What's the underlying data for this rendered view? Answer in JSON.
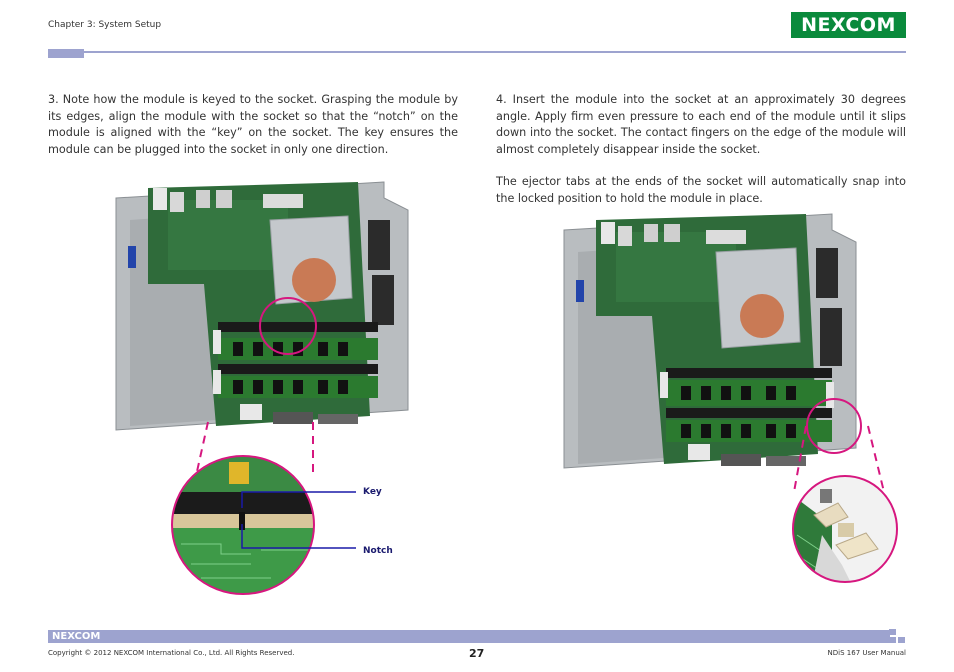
{
  "header": {
    "chapter": "Chapter 3: System Setup",
    "logo_text": "NEXCOM",
    "brand_color": "#0a8a3c",
    "accent_color": "#9da3cf"
  },
  "step3": {
    "text": "3.  Note how the module is keyed to the socket. Grasping the module by its edges, align the module with the socket so that the “notch” on the module is aligned with the “key” on the socket. The key ensures the module can be plugged into the socket in only one direction."
  },
  "step4": {
    "text": "4. Insert the module into the socket at an approximately 30 degrees angle. Apply firm even pressure to each end of the module until it slips down into the socket. The contact fingers on the edge of the module will almost completely disappear inside the socket.",
    "text2": "The ejector tabs at the ends of the socket will automatically snap into the locked position to hold the module in place."
  },
  "callouts": {
    "key": "Key",
    "notch": "Notch",
    "highlight_color": "#d6177f"
  },
  "footer": {
    "logo_text": "NEXCOM",
    "copyright": "Copyright © 2012 NEXCOM International Co., Ltd. All Rights Reserved.",
    "page_number": "27",
    "manual": "NDiS 167 User Manual"
  }
}
